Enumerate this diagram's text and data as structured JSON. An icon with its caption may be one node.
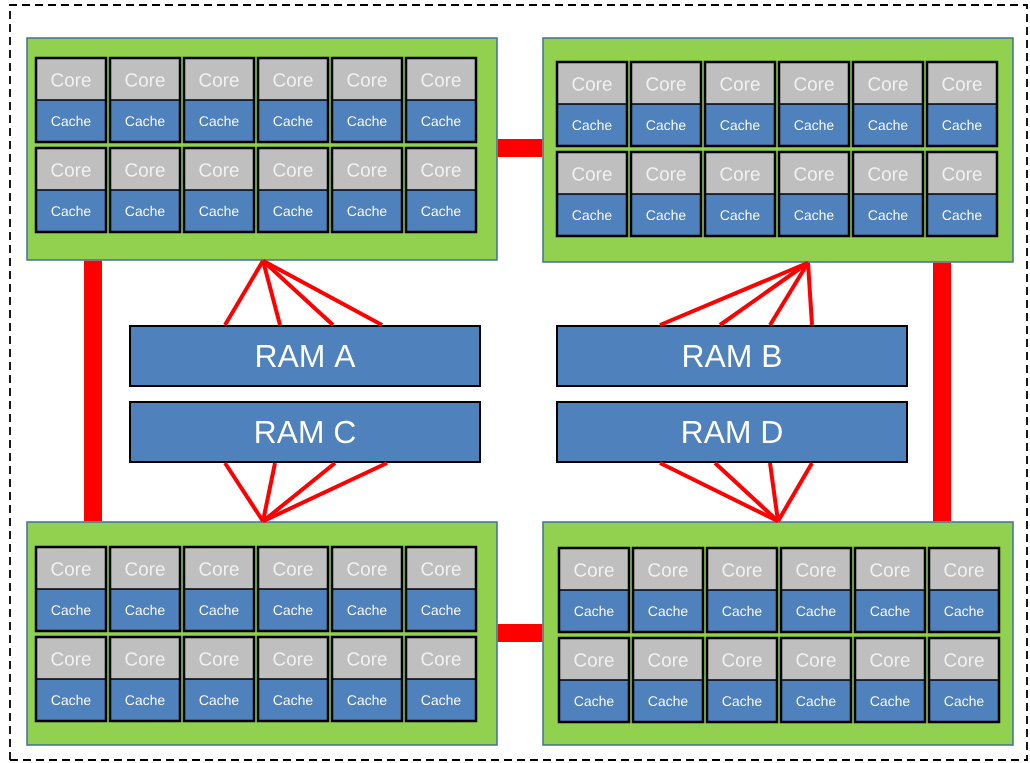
{
  "diagram": {
    "nodes": [
      {
        "text": [],
        "shape": "box"
      },
      {
        "text": [],
        "shape": "box",
        "in": 0
      },
      {
        "text": [
          "Core",
          "Cache"
        ],
        "in": 1
      },
      {
        "text": [
          "Core",
          "Cache"
        ],
        "in": 1
      },
      {
        "text": [
          "Core",
          "Cache"
        ],
        "in": 1
      },
      {
        "text": [
          "Core",
          "Cache"
        ],
        "in": 1
      },
      {
        "text": [
          "Core",
          "Cache"
        ],
        "in": 1
      },
      {
        "text": [
          "Core",
          "Cache"
        ],
        "in": 1
      },
      {
        "text": [
          "Core",
          "Cache"
        ],
        "in": 1
      },
      {
        "text": [
          "Core",
          "Cache"
        ],
        "in": 1
      },
      {
        "text": [
          "Core",
          "Cache"
        ],
        "in": 1
      },
      {
        "text": [
          "Core",
          "Cache"
        ],
        "in": 1
      },
      {
        "text": [
          "Core",
          "Cache"
        ],
        "in": 1
      },
      {
        "text": [
          "Core",
          "Cache"
        ],
        "in": 1
      },
      {
        "text": [],
        "shape": "box",
        "in": 0
      },
      {
        "text": [
          "Core",
          "Cache"
        ],
        "in": 14
      },
      {
        "text": [
          "Core",
          "Cache"
        ],
        "in": 14
      },
      {
        "text": [
          "Core",
          "Cache"
        ],
        "in": 14
      },
      {
        "text": [
          "Core",
          "Cache"
        ],
        "in": 14
      },
      {
        "text": [
          "Core",
          "Cache"
        ],
        "in": 14
      },
      {
        "text": [
          "Core",
          "Cache"
        ],
        "in": 14
      },
      {
        "text": [
          "Core",
          "Cache"
        ],
        "in": 14
      },
      {
        "text": [
          "Core",
          "Cache"
        ],
        "in": 14
      },
      {
        "text": [
          "Core",
          "Cache"
        ],
        "in": 14
      },
      {
        "text": [
          "Core",
          "Cache"
        ],
        "in": 14
      },
      {
        "text": [
          "Core",
          "Cache"
        ],
        "in": 14
      },
      {
        "text": [
          "Core",
          "Cache"
        ],
        "in": 14
      },
      {
        "text": [
          "RAM A"
        ],
        "in": 0
      },
      {
        "text": [
          "RAM B"
        ],
        "in": 0
      },
      {
        "text": [
          "RAM C"
        ],
        "in": 0
      },
      {
        "text": [
          "RAM D"
        ],
        "in": 0
      },
      {
        "text": [],
        "shape": "box",
        "in": 0
      },
      {
        "text": [
          "Core",
          "Cache"
        ],
        "in": 31
      },
      {
        "text": [
          "Core",
          "Cache"
        ],
        "in": 31
      },
      {
        "text": [
          "Core",
          "Cache"
        ],
        "in": 31
      },
      {
        "text": [
          "Core",
          "Cache"
        ],
        "in": 31
      },
      {
        "text": [
          "Core",
          "Cache"
        ],
        "in": 31
      },
      {
        "text": [
          "Core",
          "Cache"
        ],
        "in": 31
      },
      {
        "text": [
          "Core",
          "Cache"
        ],
        "in": 31
      },
      {
        "text": [
          "Core",
          "Cache"
        ],
        "in": 31
      },
      {
        "text": [
          "Core",
          "Cache"
        ],
        "in": 31
      },
      {
        "text": [
          "Core",
          "Cache"
        ],
        "in": 31
      },
      {
        "text": [
          "Core",
          "Cache"
        ],
        "in": 31
      },
      {
        "text": [
          "Core",
          "Cache"
        ],
        "in": 31
      },
      {
        "text": [],
        "shape": "box",
        "in": 0
      },
      {
        "text": [
          "Core",
          "Cache"
        ],
        "in": 44
      },
      {
        "text": [
          "Core",
          "Cache"
        ],
        "in": 44
      },
      {
        "text": [
          "Core",
          "Cache"
        ],
        "in": 44
      },
      {
        "text": [
          "Core",
          "Cache"
        ],
        "in": 44
      },
      {
        "text": [
          "Core",
          "Cache"
        ],
        "in": 44
      },
      {
        "text": [
          "Core",
          "Cache"
        ],
        "in": 44
      },
      {
        "text": [
          "Core",
          "Cache"
        ],
        "in": 44
      },
      {
        "text": [
          "Core",
          "Cache"
        ],
        "in": 44
      },
      {
        "text": [
          "Core",
          "Cache"
        ],
        "in": 44
      },
      {
        "text": [
          "Core",
          "Cache"
        ],
        "in": 44
      },
      {
        "text": [
          "Core",
          "Cache"
        ],
        "in": 44
      },
      {
        "text": [
          "Core",
          "Cache"
        ],
        "in": 44
      }
    ],
    "edges": [
      {
        "from": 1,
        "to": 14,
        "arrow": "none",
        "style": "thick"
      },
      {
        "from": 1,
        "to": 31,
        "arrow": "none",
        "style": "thick"
      },
      {
        "from": 14,
        "to": 44,
        "arrow": "none",
        "style": "thick"
      },
      {
        "from": 31,
        "to": 44,
        "arrow": "none",
        "style": "thick"
      },
      {
        "from": 1,
        "to": 27,
        "arrow": "none"
      },
      {
        "from": 1,
        "to": 27,
        "arrow": "none"
      },
      {
        "from": 1,
        "to": 27,
        "arrow": "none"
      },
      {
        "from": 1,
        "to": 27,
        "arrow": "none"
      },
      {
        "from": 14,
        "to": 28,
        "arrow": "none"
      },
      {
        "from": 14,
        "to": 28,
        "arrow": "none"
      },
      {
        "from": 14,
        "to": 28,
        "arrow": "none"
      },
      {
        "from": 14,
        "to": 28,
        "arrow": "none"
      },
      {
        "from": 29,
        "to": 31,
        "arrow": "none"
      },
      {
        "from": 29,
        "to": 31,
        "arrow": "none"
      },
      {
        "from": 29,
        "to": 31,
        "arrow": "none"
      },
      {
        "from": 29,
        "to": 31,
        "arrow": "none"
      },
      {
        "from": 30,
        "to": 44,
        "arrow": "none"
      },
      {
        "from": 30,
        "to": 44,
        "arrow": "none"
      },
      {
        "from": 30,
        "to": 44,
        "arrow": "none"
      },
      {
        "from": 30,
        "to": 44,
        "arrow": "none"
      }
    ]
  }
}
